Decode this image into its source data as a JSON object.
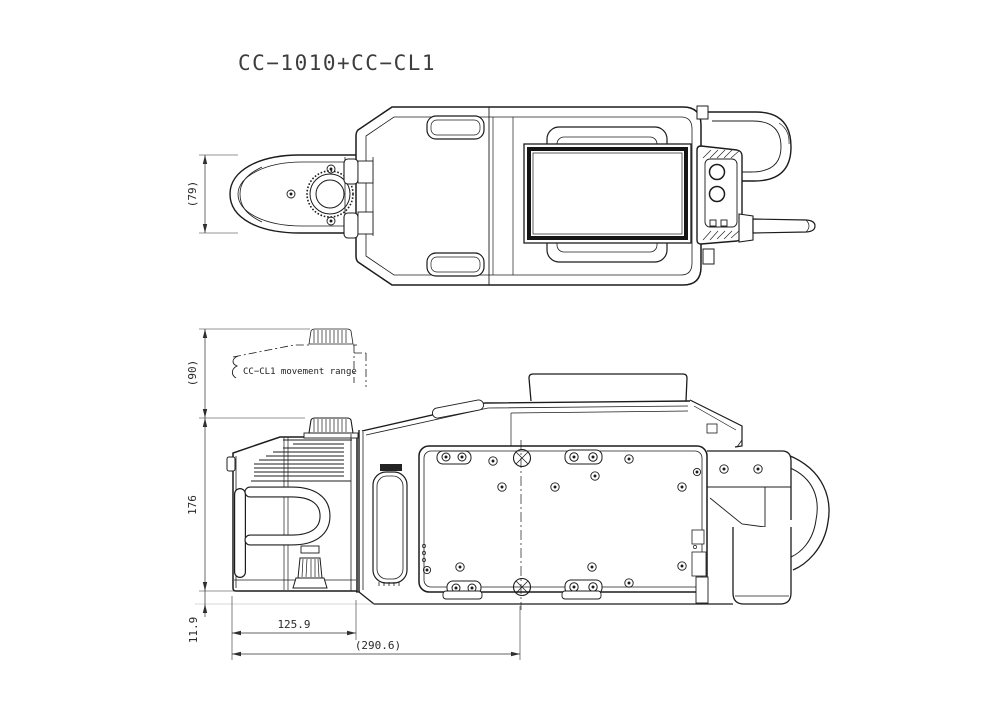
{
  "title": "CC−1010+CC−CL1",
  "annotations": {
    "movement_range": "CC−CL1 movement range"
  },
  "dimensions": {
    "hood_width": "(79)",
    "movement_height": "(90)",
    "overall_height": "176",
    "base_drop": "11.9",
    "clamp_length": "125.9",
    "overall_length": "(290.6)"
  },
  "colors": {
    "line": "#1c1c1c",
    "dim": "#2f2f2f",
    "faint": "#b0b0b0",
    "background": "#ffffff"
  }
}
